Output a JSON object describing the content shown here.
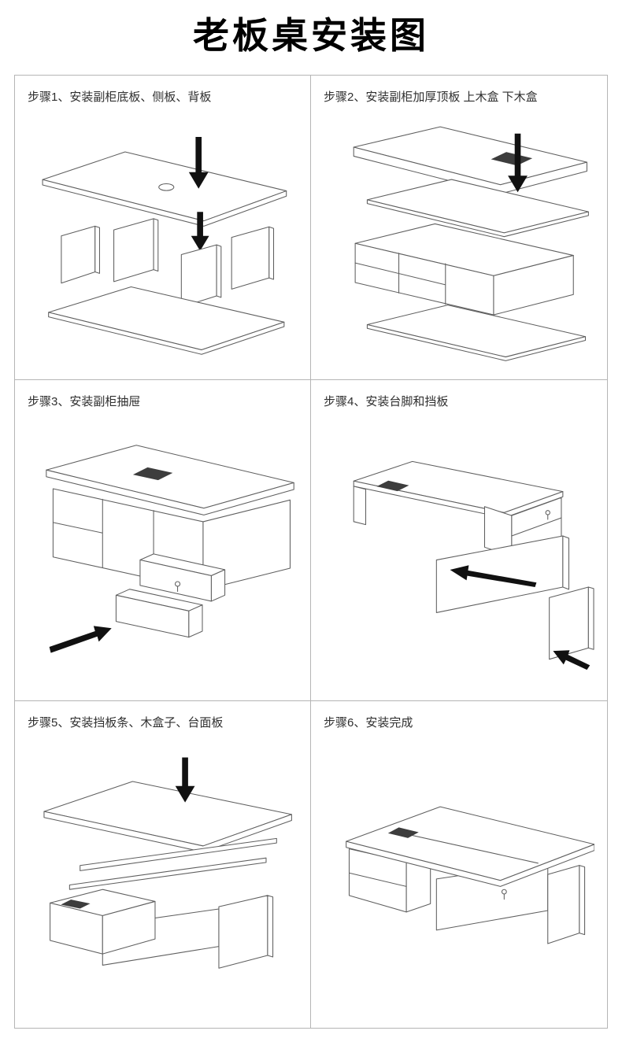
{
  "title": "老板桌安装图",
  "steps": [
    {
      "label": "步骤1、安装副柜底板、侧板、背板"
    },
    {
      "label": "步骤2、安装副柜加厚顶板 上木盒 下木盒"
    },
    {
      "label": "步骤3、安装副柜抽屉"
    },
    {
      "label": "步骤4、安装台脚和挡板"
    },
    {
      "label": "步骤5、安装挡板条、木盒子、台面板"
    },
    {
      "label": "步骤6、安装完成"
    }
  ],
  "colors": {
    "line": "#5f5f5f",
    "arrow": "#111111",
    "border": "#b5b5b5",
    "text": "#2f2f2f",
    "title": "#000000"
  }
}
